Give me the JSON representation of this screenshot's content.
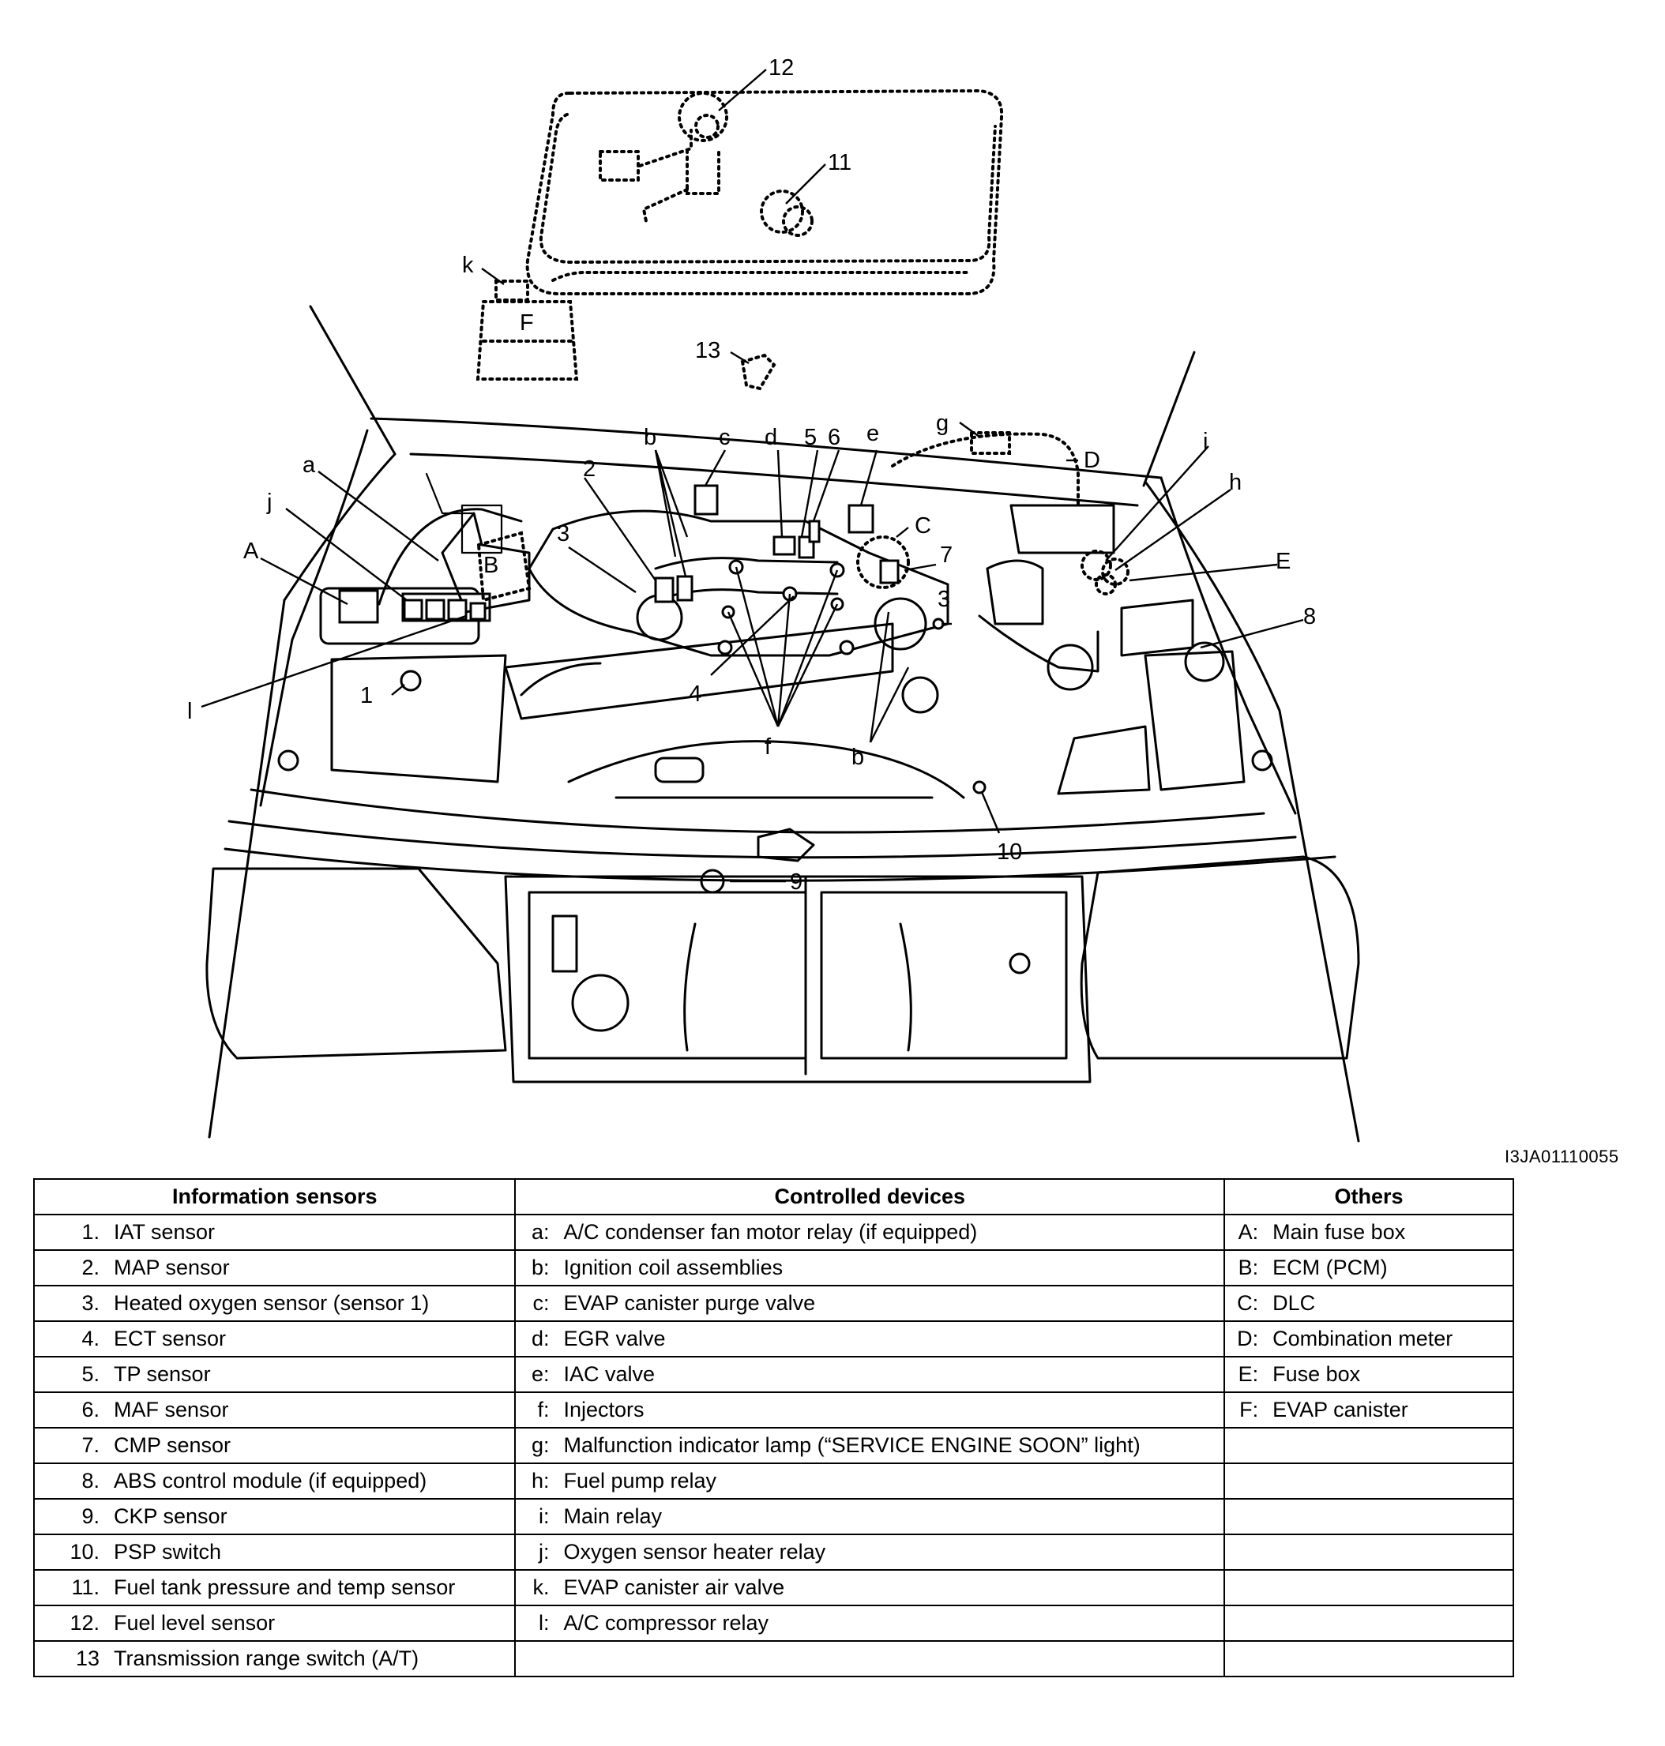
{
  "figure": {
    "code": "I3JA01110055",
    "callouts": {
      "n1": "1",
      "n2": "2",
      "n3a": "3",
      "n3b": "3",
      "n4": "4",
      "n5": "5",
      "n6": "6",
      "n7": "7",
      "n8": "8",
      "n9": "9",
      "n10": "10",
      "n11": "11",
      "n12": "12",
      "n13": "13",
      "a": "a",
      "b1": "b",
      "b2": "b",
      "c": "c",
      "d": "d",
      "e": "e",
      "f": "f",
      "g": "g",
      "h": "h",
      "i": "i",
      "j": "j",
      "k": "k",
      "l": "l",
      "A": "A",
      "B": "B",
      "C": "C",
      "D": "D",
      "E": "E",
      "F": "F"
    }
  },
  "legend": {
    "headers": {
      "sensors": "Information sensors",
      "devices": "Controlled devices",
      "others": "Others"
    },
    "rows": [
      {
        "s_key": "1.",
        "s_text": "IAT sensor",
        "d_key": "a:",
        "d_text": "A/C condenser fan motor relay (if equipped)",
        "o_key": "A:",
        "o_text": "Main fuse box"
      },
      {
        "s_key": "2.",
        "s_text": "MAP sensor",
        "d_key": "b:",
        "d_text": "Ignition coil assemblies",
        "o_key": "B:",
        "o_text": "ECM (PCM)"
      },
      {
        "s_key": "3.",
        "s_text": "Heated oxygen sensor (sensor 1)",
        "d_key": "c:",
        "d_text": "EVAP canister purge valve",
        "o_key": "C:",
        "o_text": "DLC"
      },
      {
        "s_key": "4.",
        "s_text": "ECT sensor",
        "d_key": "d:",
        "d_text": "EGR valve",
        "o_key": "D:",
        "o_text": "Combination meter"
      },
      {
        "s_key": "5.",
        "s_text": "TP sensor",
        "d_key": "e:",
        "d_text": "IAC valve",
        "o_key": "E:",
        "o_text": "Fuse box"
      },
      {
        "s_key": "6.",
        "s_text": "MAF sensor",
        "d_key": "f:",
        "d_text": "Injectors",
        "o_key": "F:",
        "o_text": "EVAP canister"
      },
      {
        "s_key": "7.",
        "s_text": "CMP sensor",
        "d_key": "g:",
        "d_text": "Malfunction indicator lamp (“SERVICE ENGINE SOON” light)",
        "o_key": "",
        "o_text": ""
      },
      {
        "s_key": "8.",
        "s_text": "ABS control module (if equipped)",
        "d_key": "h:",
        "d_text": "Fuel pump relay",
        "o_key": "",
        "o_text": ""
      },
      {
        "s_key": "9.",
        "s_text": "CKP sensor",
        "d_key": "i:",
        "d_text": "Main relay",
        "o_key": "",
        "o_text": ""
      },
      {
        "s_key": "10.",
        "s_text": "PSP switch",
        "d_key": "j:",
        "d_text": "Oxygen sensor heater relay",
        "o_key": "",
        "o_text": ""
      },
      {
        "s_key": "11.",
        "s_text": "Fuel tank pressure and temp sensor",
        "d_key": "k.",
        "d_text": "EVAP canister air valve",
        "o_key": "",
        "o_text": ""
      },
      {
        "s_key": "12.",
        "s_text": "Fuel level sensor",
        "d_key": "l:",
        "d_text": "A/C compressor relay",
        "o_key": "",
        "o_text": ""
      },
      {
        "s_key": "13",
        "s_text": "Transmission range switch (A/T)",
        "d_key": "",
        "d_text": "",
        "o_key": "",
        "o_text": ""
      }
    ]
  }
}
